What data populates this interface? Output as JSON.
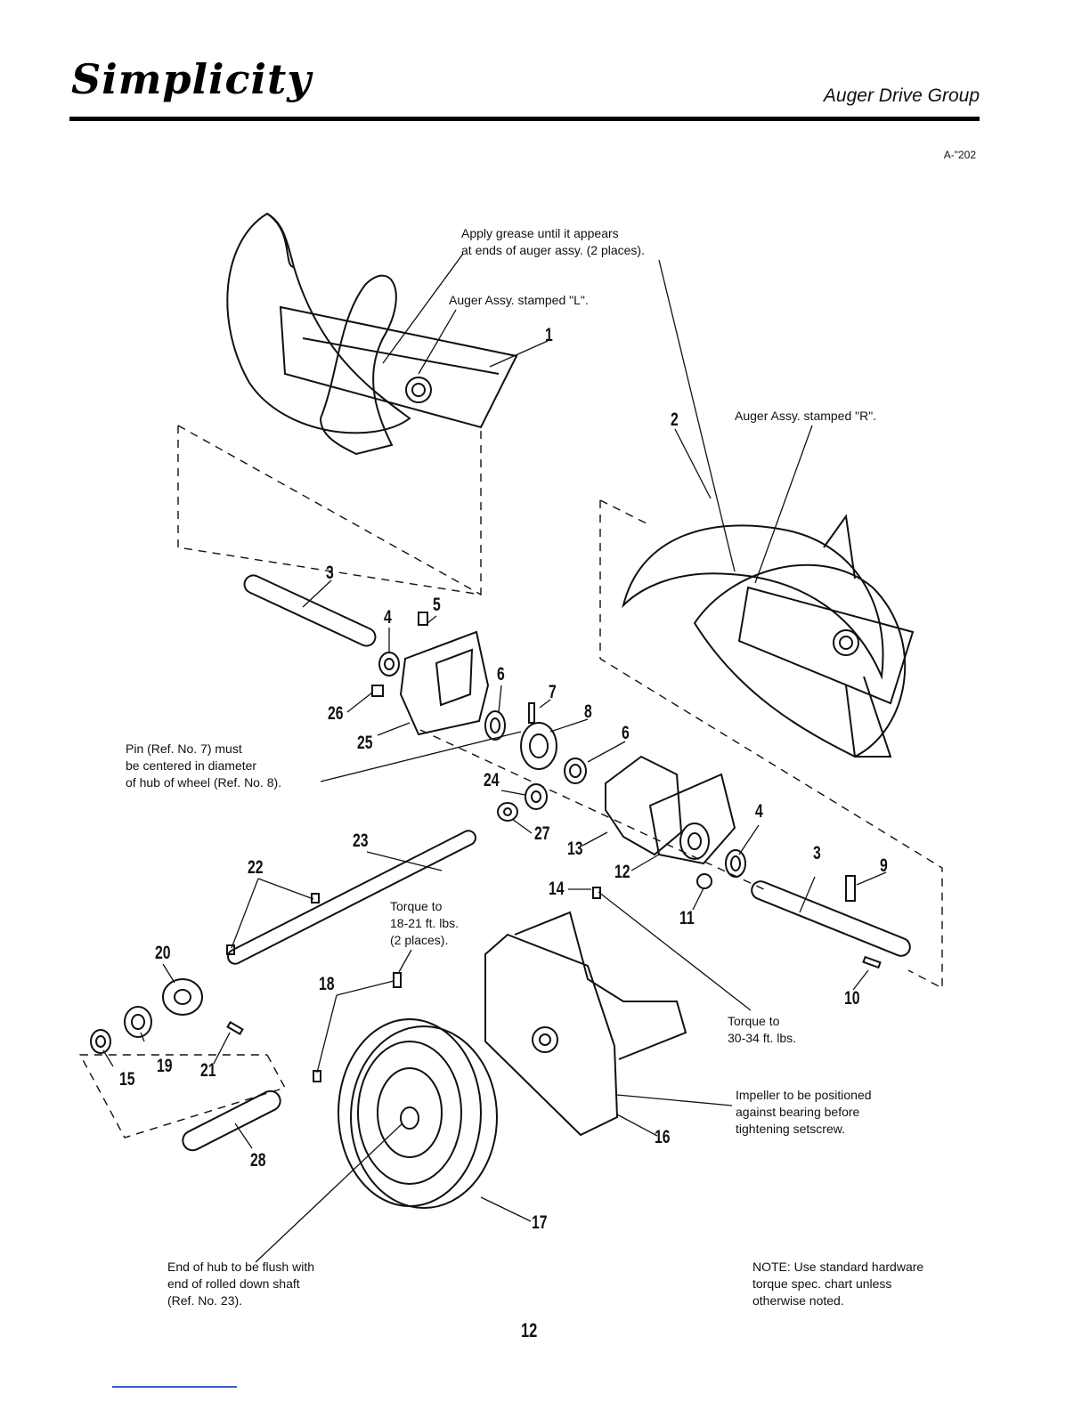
{
  "header": {
    "brand": "Simplicity",
    "section_title": "Auger Drive Group",
    "figure_id": "A-\"202"
  },
  "notes": {
    "grease": "Apply grease until it appears\nat ends of auger assy. (2 places).",
    "auger_l": "Auger Assy. stamped \"L\".",
    "auger_r": "Auger Assy. stamped \"R\".",
    "pin": "Pin (Ref. No. 7) must\nbe centered in diameter\nof hub of wheel (Ref. No. 8).",
    "torque_18": "Torque to\n18-21 ft. lbs.\n(2 places).",
    "torque_30": "Torque to\n30-34 ft. lbs.",
    "impeller": "Impeller to be positioned\nagainst bearing before\ntightening setscrew.",
    "hub": "End of hub to be flush with\nend of rolled down shaft\n(Ref. No. 23).",
    "standard": "NOTE: Use standard hardware\ntorque spec. chart unless\notherwise noted."
  },
  "callouts": [
    "1",
    "2",
    "3",
    "4",
    "5",
    "6",
    "7",
    "8",
    "6",
    "4",
    "3",
    "9",
    "26",
    "25",
    "24",
    "27",
    "13",
    "12",
    "14",
    "11",
    "10",
    "23",
    "22",
    "20",
    "18",
    "19",
    "21",
    "15",
    "28",
    "16",
    "17"
  ],
  "page_number": "12"
}
